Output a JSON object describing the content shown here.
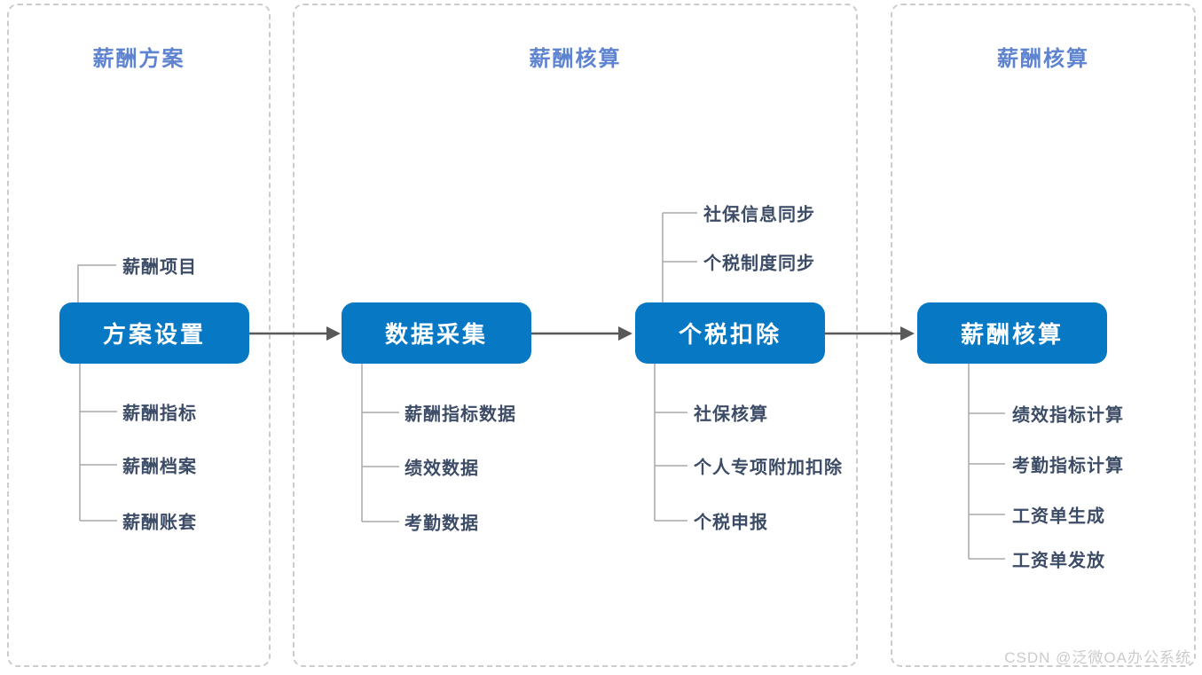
{
  "colors": {
    "node_blue": "#0778c4",
    "title_blue": "#5e83d1",
    "branch_text": "#3d4c66",
    "connector_gray": "#a8a8a8",
    "arrow_gray": "#595959",
    "panel_border": "#cccccc"
  },
  "panels": [
    {
      "title": "薪酬方案"
    },
    {
      "title": "薪酬核算"
    },
    {
      "title": "薪酬核算"
    }
  ],
  "nodes": [
    {
      "label": "方案设置",
      "top_branches": [
        "薪酬项目"
      ],
      "bottom_branches": [
        "薪酬指标",
        "薪酬档案",
        "薪酬账套"
      ]
    },
    {
      "label": "数据采集",
      "top_branches": [],
      "bottom_branches": [
        "薪酬指标数据",
        "绩效数据",
        "考勤数据"
      ]
    },
    {
      "label": "个税扣除",
      "top_branches": [
        "社保信息同步",
        "个税制度同步"
      ],
      "bottom_branches": [
        "社保核算",
        "个人专项附加扣除",
        "个税申报"
      ]
    },
    {
      "label": "薪酬核算",
      "top_branches": [],
      "bottom_branches": [
        "绩效指标计算",
        "考勤指标计算",
        "工资单生成",
        "工资单发放"
      ]
    }
  ],
  "watermark": "CSDN @泛微OA办公系统"
}
